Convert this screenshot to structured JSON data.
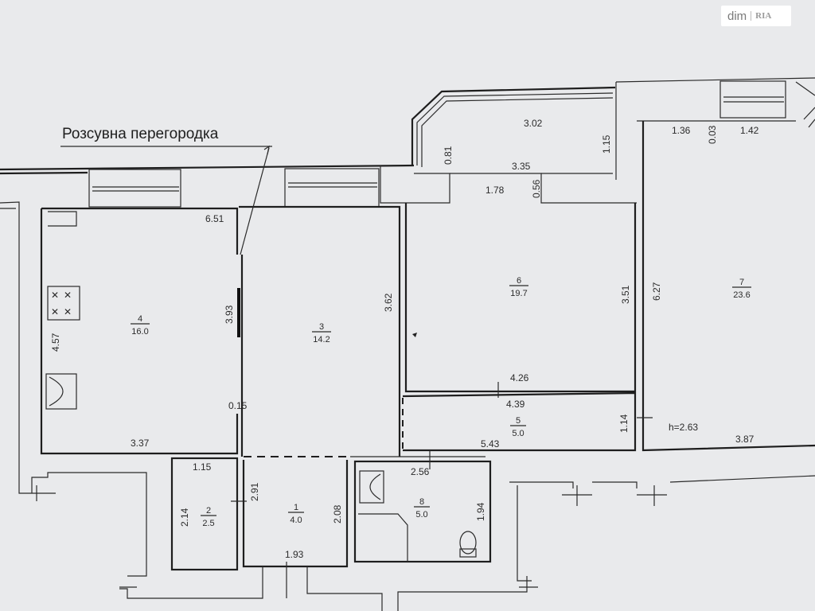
{
  "title": "Розсувна перегородка",
  "watermark": {
    "text": "dim",
    "logo": "RIA"
  },
  "ceiling": "h=2.63",
  "rooms": [
    {
      "id": "4",
      "area": "16.0"
    },
    {
      "id": "3",
      "area": "14.2"
    },
    {
      "id": "6",
      "area": "19.7"
    },
    {
      "id": "7",
      "area": "23.6"
    },
    {
      "id": "5",
      "area": "5.0"
    },
    {
      "id": "2",
      "area": "2.5"
    },
    {
      "id": "1",
      "area": "4.0"
    },
    {
      "id": "8",
      "area": "5.0"
    }
  ],
  "dimensions": {
    "d_302": "3.02",
    "d_081": "0.81",
    "d_115a": "1.15",
    "d_335": "3.35",
    "d_178": "1.78",
    "d_056": "0.56",
    "d_136": "1.36",
    "d_003": "0.03",
    "d_142": "1.42",
    "d_651": "6.51",
    "d_393": "3.93",
    "d_362": "3.62",
    "d_457": "4.57",
    "d_351": "3.51",
    "d_627": "6.27",
    "d_426": "4.26",
    "d_439": "4.39",
    "d_015": "0.15",
    "d_337": "3.37",
    "d_543": "5.43",
    "d_114": "1.14",
    "d_387": "3.87",
    "d_115b": "1.15",
    "d_291": "2.91",
    "d_256": "2.56",
    "d_214": "2.14",
    "d_208": "2.08",
    "d_194": "1.94",
    "d_193": "1.93"
  }
}
